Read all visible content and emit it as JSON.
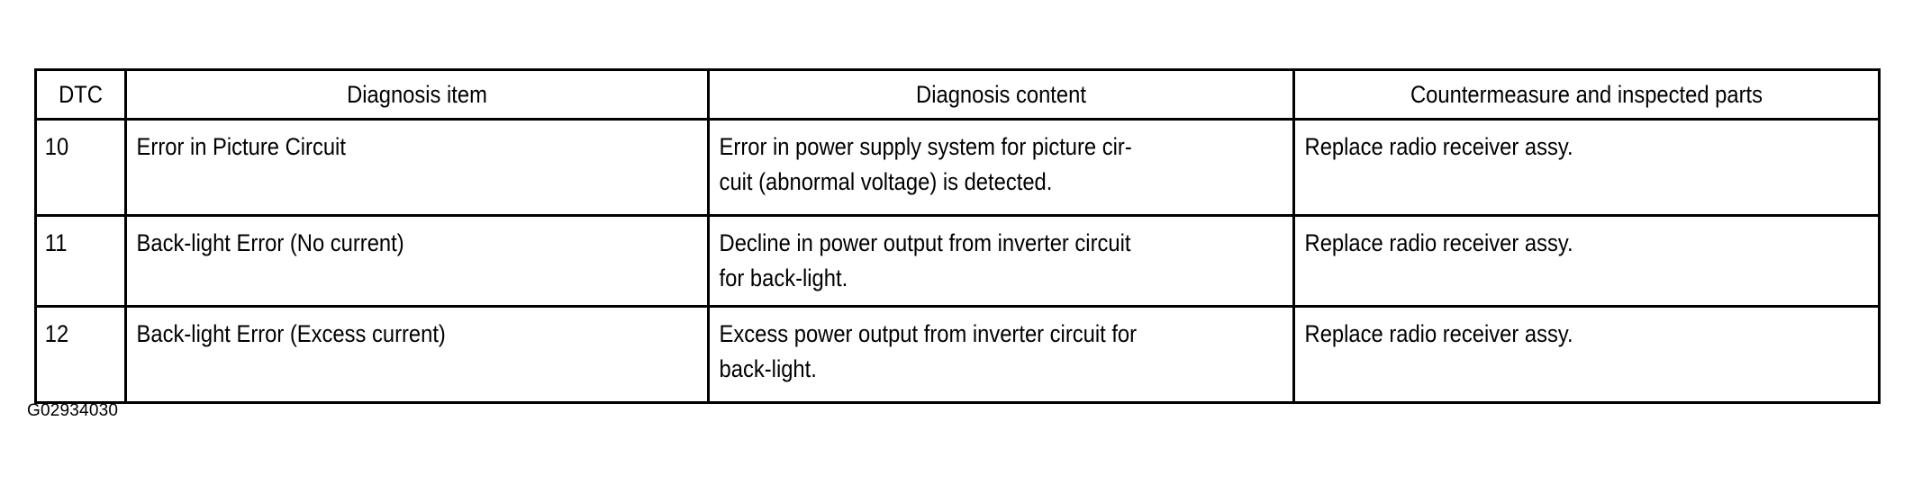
{
  "document": {
    "figure_id": "G02934030"
  },
  "table": {
    "columns": [
      {
        "key": "dtc",
        "header": "DTC"
      },
      {
        "key": "item",
        "header": "Diagnosis item"
      },
      {
        "key": "content",
        "header": "Diagnosis content"
      },
      {
        "key": "measure",
        "header": "Countermeasure and inspected parts"
      }
    ],
    "rows": [
      {
        "dtc": "10",
        "item": "Error in Picture Circuit",
        "content": "Error in power supply system for picture cir-\ncuit (abnormal voltage) is detected.",
        "measure": "Replace radio receiver assy."
      },
      {
        "dtc": "11",
        "item": "Back-light Error (No current)",
        "content": "Decline in power output from inverter circuit\nfor back-light.",
        "measure": "Replace radio receiver assy."
      },
      {
        "dtc": "12",
        "item": "Back-light Error (Excess current)",
        "content": "Excess power output from inverter circuit for\nback-light.",
        "measure": "Replace radio receiver assy."
      }
    ]
  },
  "colors": {
    "background": "#ffffff",
    "foreground": "#000000",
    "border": "#000000"
  }
}
